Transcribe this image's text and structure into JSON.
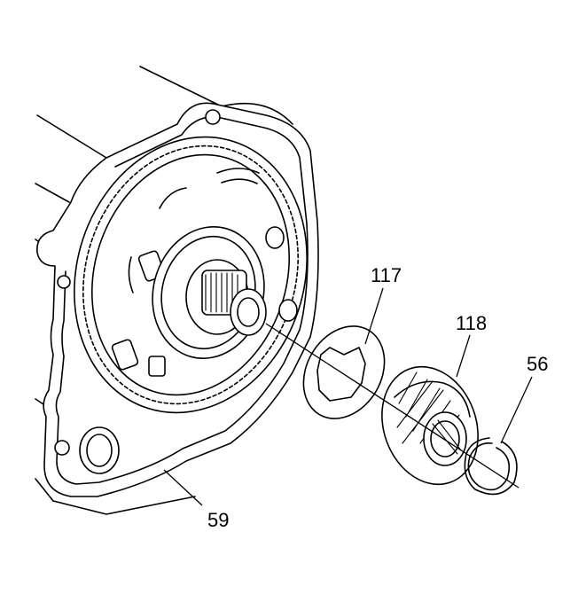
{
  "callouts": {
    "c117": "117",
    "c118": "118",
    "c56": "56",
    "c59": "59"
  },
  "colors": {
    "line": "#000000",
    "background": "#ffffff"
  }
}
